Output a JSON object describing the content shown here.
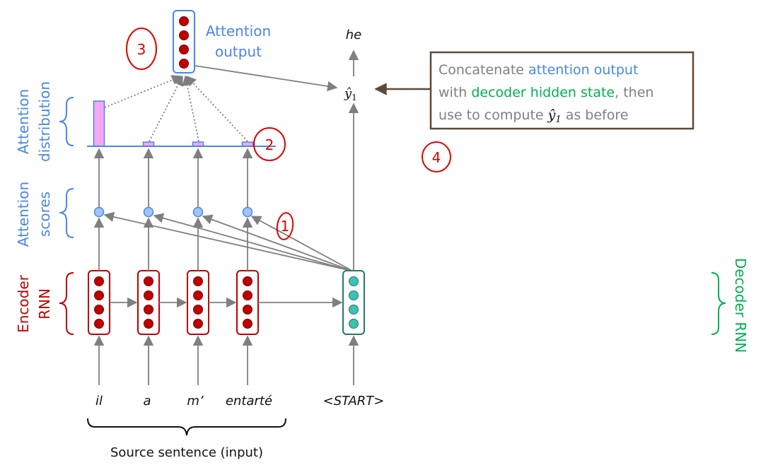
{
  "source_words": [
    "il",
    "a",
    "m’",
    "entarté"
  ],
  "decoder_input": "<START>",
  "output_word": "he",
  "output_symbol": "ŷ",
  "output_subscript": "1",
  "labels": {
    "attention_output_line1": "Attention",
    "attention_output_line2": "output",
    "attention_distribution_line1": "Attention",
    "attention_distribution_line2": "distribution",
    "attention_scores_line1": "Attention",
    "attention_scores_line2": "scores",
    "encoder_line1": "Encoder",
    "encoder_line2": "RNN",
    "decoder": "Decoder RNN",
    "source_sentence": "Source sentence (input)"
  },
  "callout": {
    "line1_a": "Concatenate ",
    "line1_b": "attention output",
    "line2_a": "with ",
    "line2_b": "decoder hidden state",
    "line2_c": ", then",
    "line3_a": "use to compute ",
    "line3_c": " as before"
  },
  "annotations": [
    "1",
    "2",
    "3",
    "4"
  ],
  "attention_weights": [
    0.85,
    0.05,
    0.05,
    0.05
  ],
  "colors": {
    "encoder": "#c00000",
    "encoder_fill": "#c00000",
    "decoder": "#1f7a6a",
    "decoder_fill": "#40c0b0",
    "attention_blue": "#4a86e8",
    "score_fill": "#9fc5f8",
    "bar_fill": "#f4a7f4",
    "bar_stroke": "#4a86e8",
    "arrow": "#7f7f7f",
    "callout_border": "#5b4a3a",
    "annotation_red": "#e00000"
  }
}
